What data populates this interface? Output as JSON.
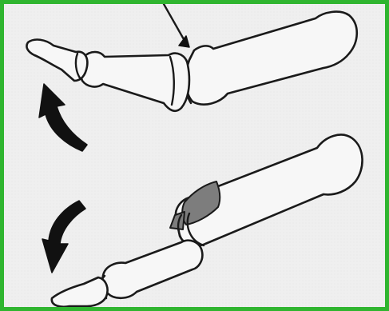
{
  "figure": {
    "frame_color": "#2fb52f",
    "background_color": "#efefef",
    "ink_color": "#1a1a1a",
    "fragment_color": "#7d7d7d",
    "panels": [
      {
        "id": "extended-finger",
        "rotation_arrow": "curved-arrow-up",
        "pointer_arrow": "straight-arrow-down"
      },
      {
        "id": "flexed-finger",
        "rotation_arrow": "curved-arrow-down",
        "marked_region": "shaded-bone-fragment"
      }
    ]
  }
}
